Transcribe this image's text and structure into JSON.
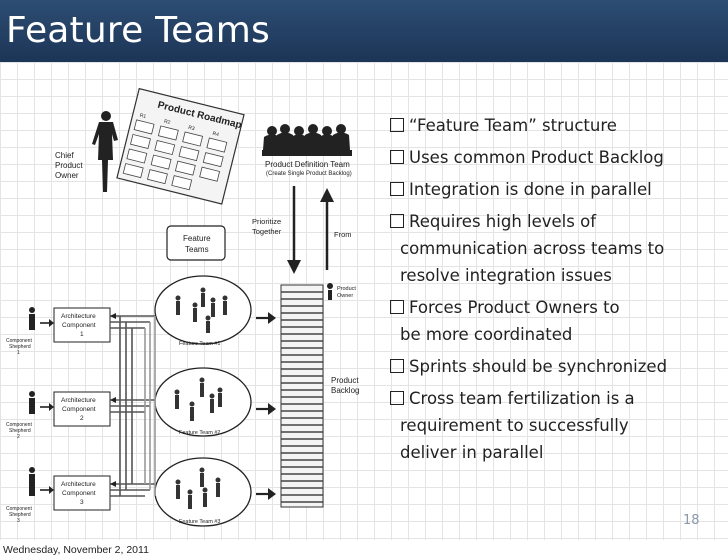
{
  "slide": {
    "title": "Feature Teams",
    "page_number": "18",
    "footer_date": "Wednesday, November 2, 2011"
  },
  "diagram": {
    "roadmap_title": "Product Roadmap",
    "roadmap_cols": [
      "R1",
      "R2",
      "R3",
      "R4"
    ],
    "chief_label": [
      "Chief",
      "Product",
      "Owner"
    ],
    "definition_team": "Product Definition Team",
    "definition_sub": "(Create Single Product Backlog)",
    "prioritize": [
      "Prioritize",
      "Together"
    ],
    "from_label": "From",
    "feature_teams_box": [
      "Feature",
      "Teams"
    ],
    "product_owner": [
      "Product",
      "Owner"
    ],
    "product_backlog": [
      "Product",
      "Backlog"
    ],
    "architecture": [
      [
        "Architecture",
        "Component",
        "1"
      ],
      [
        "Architecture",
        "Component",
        "2"
      ],
      [
        "Architecture",
        "Component",
        "3"
      ]
    ],
    "shepherd": [
      [
        "Component",
        "Shepherd",
        "1"
      ],
      [
        "Component",
        "Shepherd",
        "2"
      ],
      [
        "Component",
        "Shepherd",
        "3"
      ]
    ],
    "feature_team_labels": [
      "Feature Team #1",
      "Feature Team #2",
      "Feature Team #3"
    ]
  },
  "bullets": [
    [
      "“Feature Team” structure"
    ],
    [
      "Uses common Product Backlog"
    ],
    [
      "Integration is done in parallel"
    ],
    [
      "Requires high levels of",
      "communication across teams to",
      "resolve integration issues"
    ],
    [
      "Forces Product Owners to",
      "be more coordinated"
    ],
    [
      "Sprints should be synchronized"
    ],
    [
      "Cross team fertilization is a",
      "requirement to successfully",
      "deliver in parallel"
    ]
  ]
}
